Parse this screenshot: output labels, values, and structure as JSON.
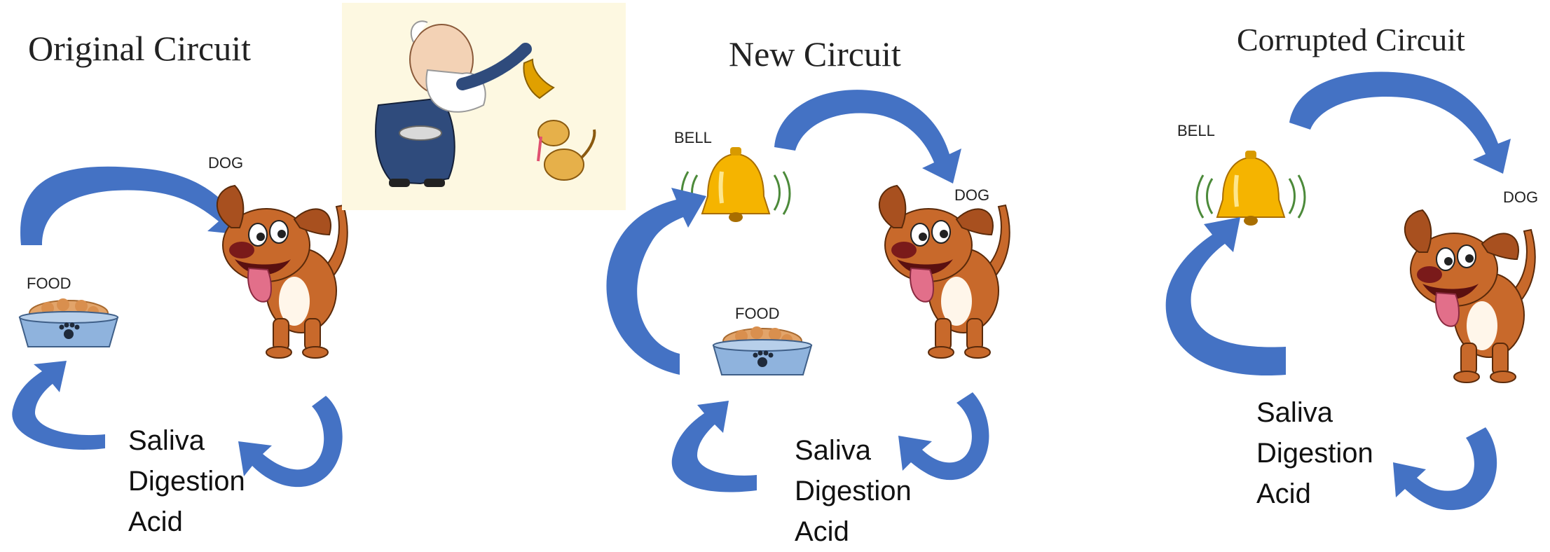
{
  "panels": [
    {
      "title": "Original Circuit",
      "labels": {
        "dog": "DOG",
        "food": "FOOD"
      },
      "responses": [
        "Saliva",
        "Digestion",
        "Acid"
      ]
    },
    {
      "title": "New Circuit",
      "labels": {
        "bell": "BELL",
        "dog": "DOG",
        "food": "FOOD"
      },
      "responses": [
        "Saliva",
        "Digestion",
        "Acid"
      ]
    },
    {
      "title": "Corrupted Circuit",
      "labels": {
        "bell": "BELL",
        "dog": "DOG"
      },
      "responses": [
        "Saliva",
        "Digestion",
        "Acid"
      ]
    }
  ],
  "colors": {
    "arrow": "#4472c4",
    "arrow_dark": "#2f5597",
    "dog_fur": "#c8692b",
    "bell": "#f5b400",
    "bowl": "#8fb3dd",
    "food": "#e2a46a",
    "cartoon_bg": "#fdf8e1"
  },
  "icons": [
    "pavlov-cartoon",
    "dog-icon",
    "bell-icon",
    "food-bowl-icon",
    "curved-arrow-icon"
  ]
}
